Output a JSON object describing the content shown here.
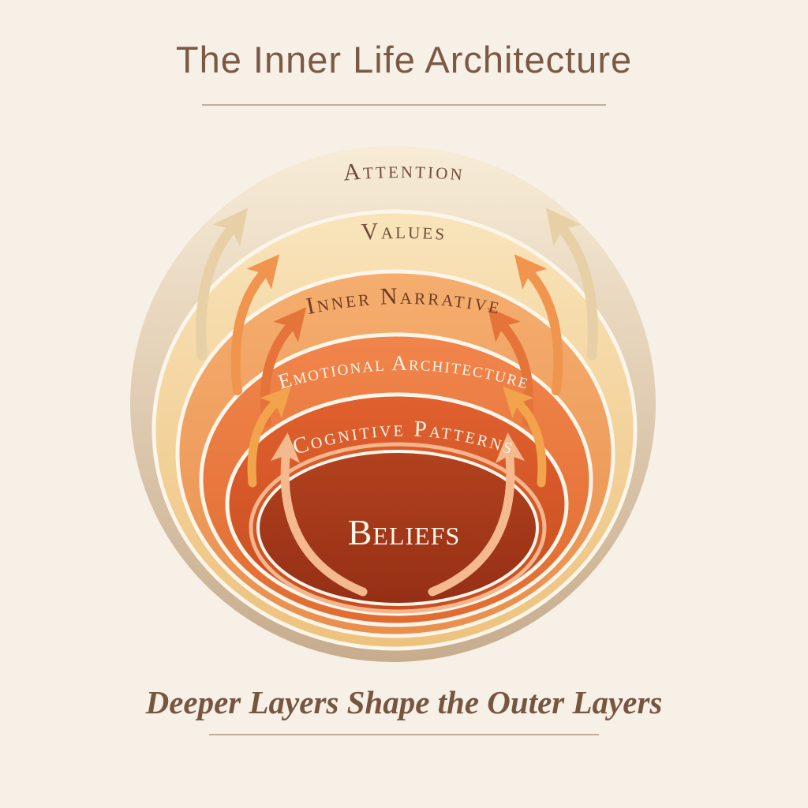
{
  "title": "The Inner Life Architecture",
  "subtitle": "Deeper Layers Shape the Outer Layers",
  "diagram": {
    "type": "concentric-layers",
    "description": "Nested rings from outermost Attention down to core Beliefs; curved arrows point outward showing deeper layers shaping outer layers",
    "layers": [
      {
        "label": "Attention",
        "text_color": "#6f4d38",
        "fill_top": "#f8ecd7",
        "fill_bottom": "#c7ac8d"
      },
      {
        "label": "Values",
        "text_color": "#6f4d38",
        "fill_top": "#f9e4bb",
        "fill_bottom": "#edc27d"
      },
      {
        "label": "Inner Narrative",
        "text_color": "#6e3d22",
        "fill_top": "#f5ae6f",
        "fill_bottom": "#e98f4e"
      },
      {
        "label": "Emotional Architecture",
        "text_color": "#fdf5e8",
        "fill_top": "#f0854b",
        "fill_bottom": "#e16c31"
      },
      {
        "label": "Cognitive Patterns",
        "text_color": "#fdf5e8",
        "fill_top": "#e0602e",
        "fill_bottom": "#c94e20"
      },
      {
        "label": "Beliefs",
        "text_color": "#fdf5e8",
        "fill_top": "#b2421e",
        "fill_bottom": "#952f15"
      }
    ],
    "arrow_colors": {
      "outer_tan": "#e7cfa6",
      "orange": "#f0954e",
      "deep_orange": "#e4743a",
      "amber": "#f2a44c",
      "inner_peach": "#f5b98e"
    },
    "core_outline_color": "#f3b68d",
    "separator_color": "#fbf5ea"
  },
  "colors": {
    "background": "#f7f0e7",
    "title_text": "#7b5a45",
    "subtitle_text": "#775640",
    "divider": "#a8907a"
  }
}
